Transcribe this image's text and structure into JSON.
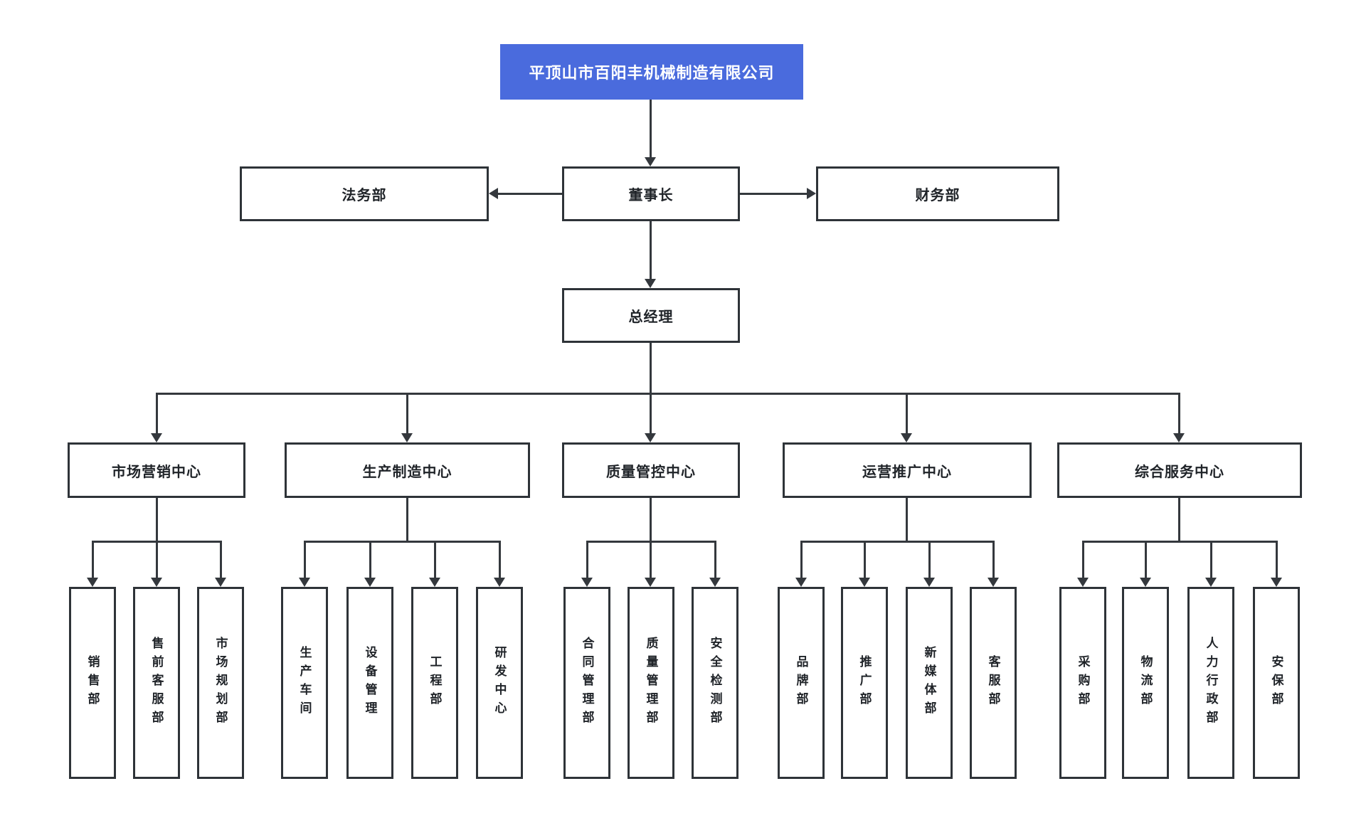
{
  "org": {
    "company": "平顶山市百阳丰机械制造有限公司",
    "chairman": "董事长",
    "legal": "法务部",
    "finance": "财务部",
    "general_manager": "总经理",
    "centers": [
      {
        "label": "市场营销中心",
        "departments": [
          "销售部",
          "售前客服部",
          "市场规划部"
        ]
      },
      {
        "label": "生产制造中心",
        "departments": [
          "生产车间",
          "设备管理",
          "工程部",
          "研发中心"
        ]
      },
      {
        "label": "质量管控中心",
        "departments": [
          "合同管理部",
          "质量管理部",
          "安全检测部"
        ]
      },
      {
        "label": "运营推广中心",
        "departments": [
          "品牌部",
          "推广部",
          "新媒体部",
          "客服部"
        ]
      },
      {
        "label": "综合服务中心",
        "departments": [
          "采购部",
          "物流部",
          "人力行政部",
          "安保部"
        ]
      }
    ],
    "colors": {
      "accent_blue": "#4a6bdd",
      "box_border": "#2e3338",
      "line": "#34383d",
      "text_dark": "#1f2328",
      "text_light": "#ffffff"
    }
  }
}
